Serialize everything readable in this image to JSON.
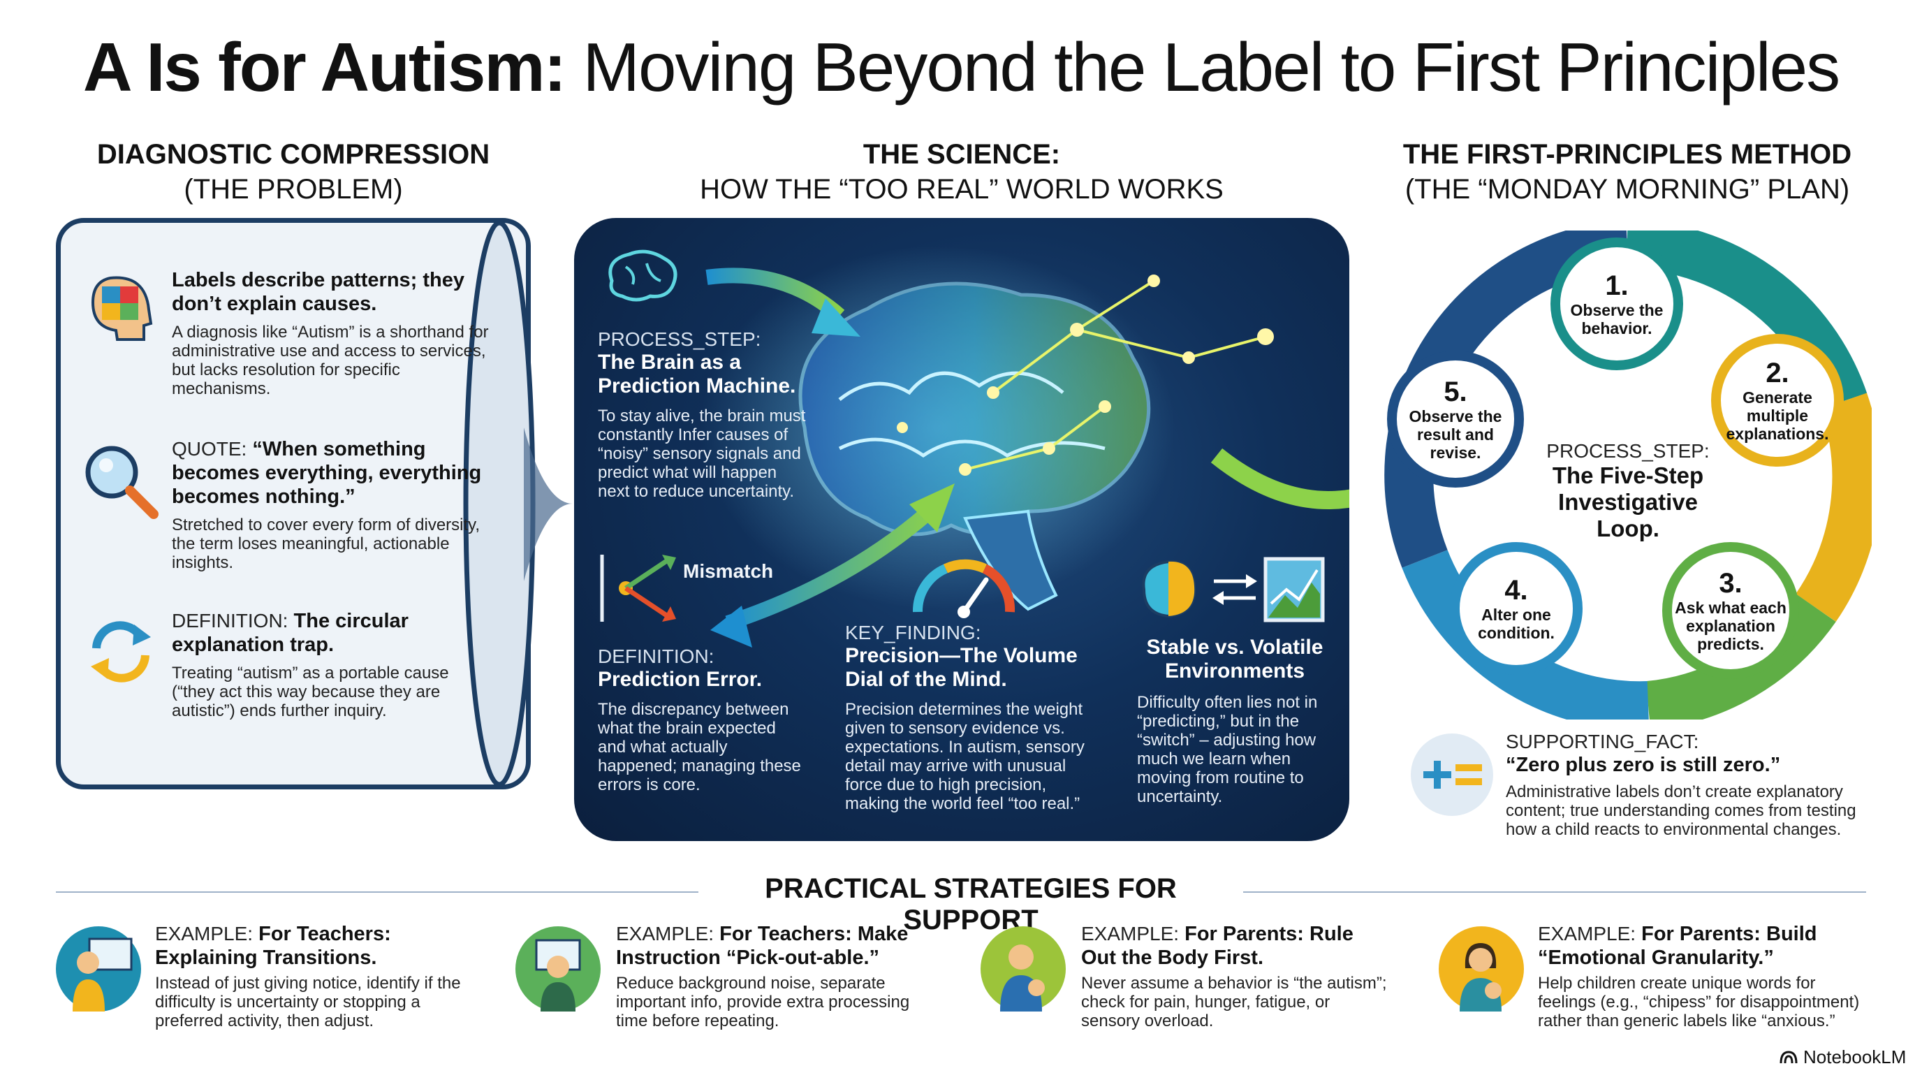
{
  "title": {
    "bold": "A Is for Autism:",
    "rest": "Moving Beyond the Label to First Principles"
  },
  "columns": {
    "left": {
      "heading": "DIAGNOSTIC COMPRESSION",
      "sub": "(THE PROBLEM)"
    },
    "middle": {
      "heading": "THE SCIENCE:",
      "sub": "HOW THE “TOO REAL” WORLD WORKS"
    },
    "right": {
      "heading": "THE FIRST-PRINCIPLES METHOD",
      "sub": "(THE “MONDAY MORNING” PLAN)"
    }
  },
  "left_panel": [
    {
      "icon": "puzzle-head-icon",
      "title": "Labels describe patterns; they don’t explain causes.",
      "body": "A diagnosis like “Autism” is a shorthand for administrative use and access to services, but lacks resolution for specific mechanisms."
    },
    {
      "icon": "magnifier-icon",
      "label": "QUOTE:",
      "title": "“When something becomes everything, everything becomes nothing.”",
      "body": "Stretched to cover every form of diversity, the term loses meaningful, actionable insights."
    },
    {
      "icon": "circular-arrows-icon",
      "label": "DEFINITION:",
      "title": "The circular explanation trap.",
      "body": "Treating “autism” as a portable cause (“they act this way because they are autistic”) ends further inquiry."
    }
  ],
  "middle_panel": {
    "process": {
      "label": "PROCESS_STEP:",
      "title": "The Brain as a Prediction Machine.",
      "body": "To stay alive, the brain must constantly Infer causes of “noisy” sensory signals and predict what will happen next to reduce uncertainty."
    },
    "mismatch": "Mismatch",
    "definition": {
      "label": "DEFINITION:",
      "title": "Prediction Error.",
      "body": "The discrepancy between what the brain expected and what actually happened; managing these errors is core."
    },
    "key_finding": {
      "label": "KEY_FINDING:",
      "title": "Precision—The Volume Dial of the Mind.",
      "body": "Precision determines the weight given to sensory evidence vs. expectations. In autism, sensory detail may arrive with unusual force due to high precision, making the world feel “too real.”"
    },
    "environments": {
      "title": "Stable vs. Volatile Environments",
      "body": "Difficulty often lies not in “predicting,” but in the “switch” – adjusting how much we learn when moving from routine to uncertainty."
    }
  },
  "loop": {
    "center": {
      "label": "PROCESS_STEP:",
      "title": "The Five-Step Investigative Loop."
    },
    "steps": [
      {
        "num": "1.",
        "text": "Observe the behavior.",
        "color": "#1a8f8a"
      },
      {
        "num": "2.",
        "text": "Generate multiple explanations.",
        "color": "#e8b21c"
      },
      {
        "num": "3.",
        "text": "Ask what each explanation predicts.",
        "color": "#5fae45"
      },
      {
        "num": "4.",
        "text": "Alter one condition.",
        "color": "#2a8fc4"
      },
      {
        "num": "5.",
        "text": "Observe the result and revise.",
        "color": "#1f4f86"
      }
    ]
  },
  "supporting_fact": {
    "label": "SUPPORTING_FACT:",
    "title": "“Zero plus zero is still zero.”",
    "body": "Administrative labels don’t create explanatory content; true understanding comes from testing how a child reacts to environmental changes."
  },
  "strategies_heading": "PRACTICAL STRATEGIES FOR SUPPORT",
  "strategies": [
    {
      "label": "EXAMPLE:",
      "title": "For Teachers: Explaining Transitions.",
      "body": "Instead of just giving notice, identify if the difficulty is uncertainty or stopping a preferred activity, then adjust.",
      "color": "#1e8fb0"
    },
    {
      "label": "EXAMPLE:",
      "title": "For Teachers: Make Instruction “Pick-out-able.”",
      "body": "Reduce background noise, separate important info, provide extra processing time before repeating.",
      "color": "#5bb05a"
    },
    {
      "label": "EXAMPLE:",
      "title": "For Parents: Rule Out the Body First.",
      "body": "Never assume a behavior is “the autism”; check for pain, hunger, fatigue, or sensory overload.",
      "color": "#9cc43a"
    },
    {
      "label": "EXAMPLE:",
      "title": "For Parents: Build “Emotional Granularity.”",
      "body": "Help children create unique words for feelings (e.g., “chipess” for disappointment) rather than generic labels like “anxious.”",
      "color": "#f2b51d"
    }
  ],
  "brand": "NotebookLM"
}
